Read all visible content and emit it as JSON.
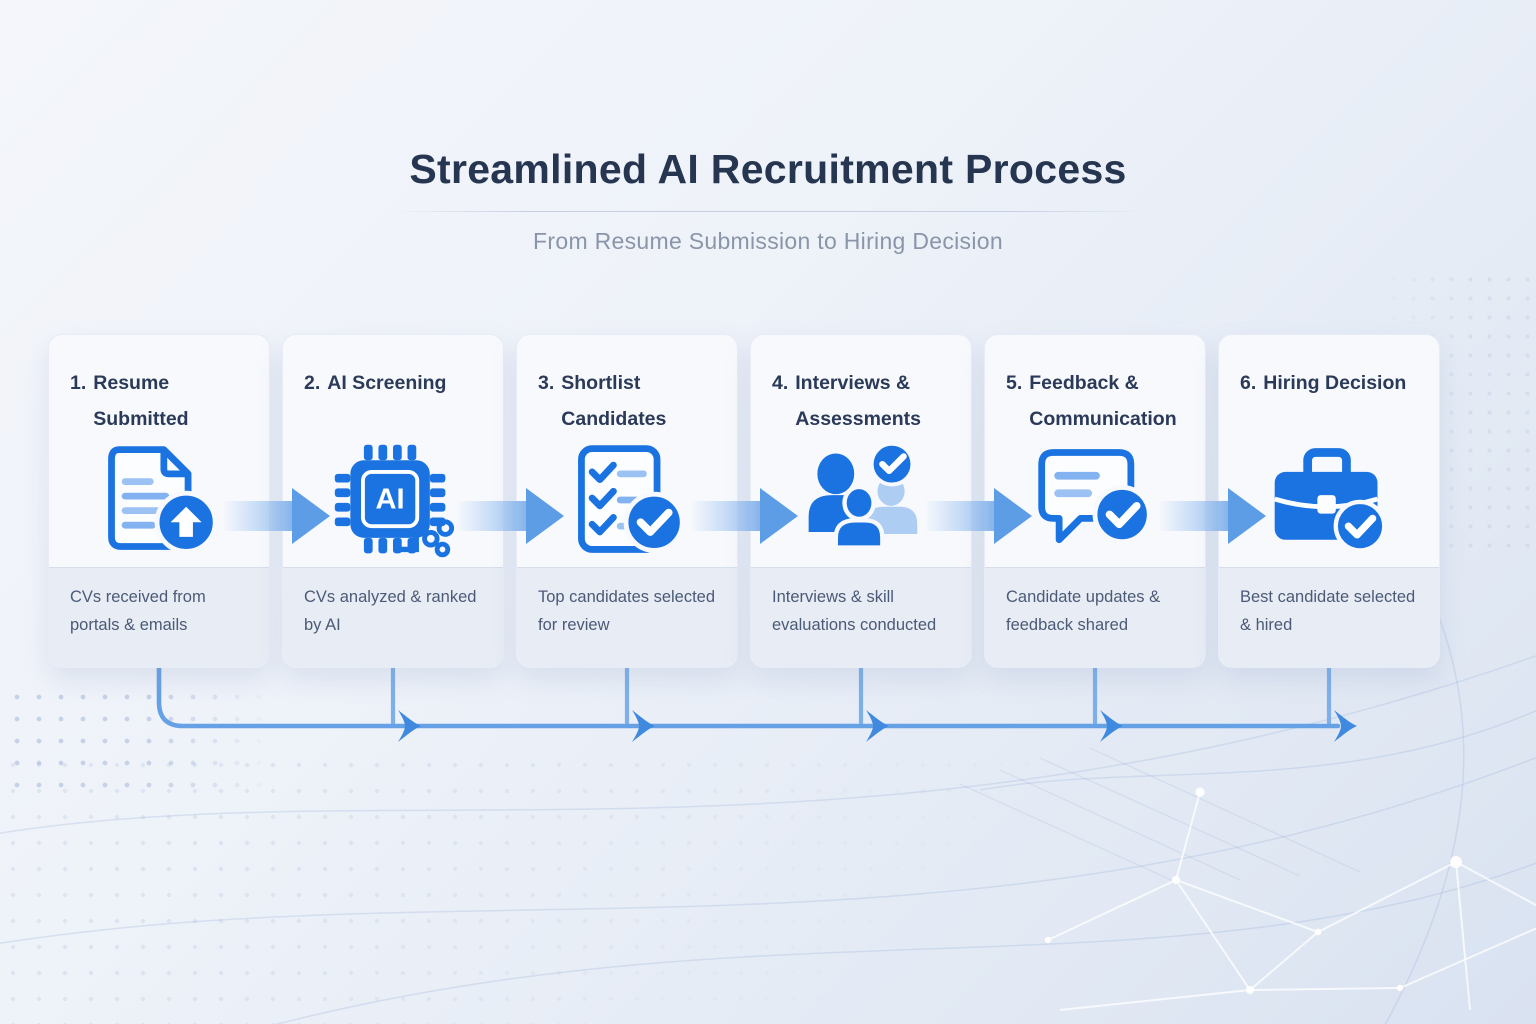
{
  "header": {
    "title": "Streamlined AI Recruitment Process",
    "subtitle": "From Resume Submission to Hiring Decision"
  },
  "steps": [
    {
      "number": "1.",
      "title": "Resume Submitted",
      "description": "CVs received from portals & emails",
      "icon": "resume-upload-icon"
    },
    {
      "number": "2.",
      "title": "AI Screening",
      "description": "CVs analyzed & ranked by AI",
      "icon": "ai-chip-icon",
      "icon_label": "AI"
    },
    {
      "number": "3.",
      "title": "Shortlist Candidates",
      "description": "Top candidates selected for review",
      "icon": "checklist-check-icon"
    },
    {
      "number": "4.",
      "title": "Interviews & Assessments",
      "description": "Interviews & skill evaluations conducted",
      "icon": "people-check-icon"
    },
    {
      "number": "5.",
      "title": "Feedback & Communication",
      "description": "Candidate updates & feedback shared",
      "icon": "chat-check-icon"
    },
    {
      "number": "6.",
      "title": "Hiring Decision",
      "description": "Best candidate selected & hired",
      "icon": "briefcase-check-icon"
    }
  ],
  "colors": {
    "primary_blue": "#1a73e0",
    "light_blue": "#a9c9f1",
    "arrow_blue": "#5d9de6",
    "connector_blue": "#6ea7e6",
    "title_navy": "#263550",
    "card_title_navy": "#2b3a58",
    "body_text": "#4b5a76",
    "subtitle_gray": "#8b95a9",
    "card_bg": "#f7f9fd",
    "card_footer_bg": "#e8ecf5"
  }
}
